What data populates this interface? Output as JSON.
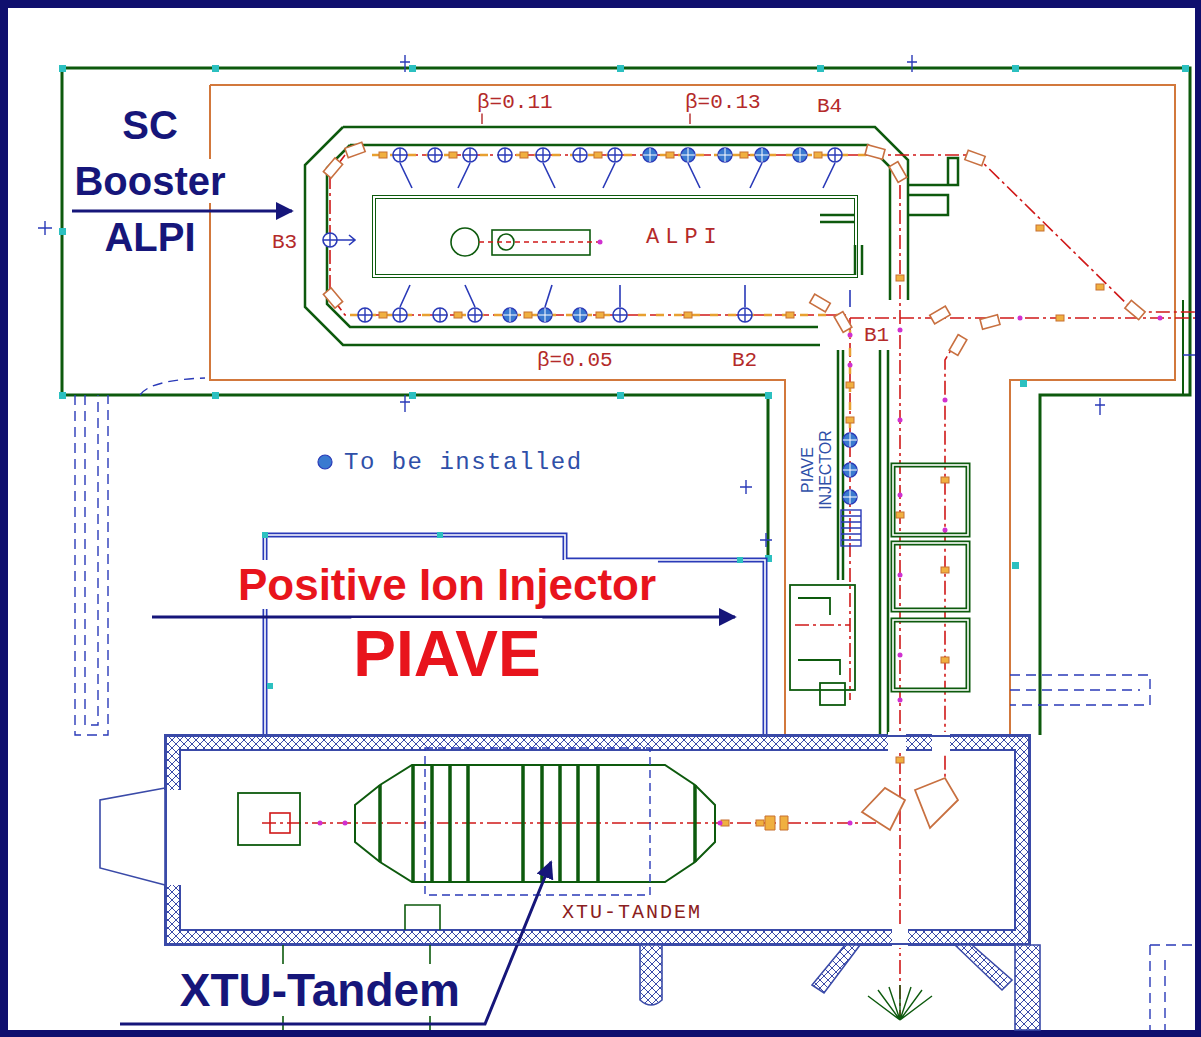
{
  "diagram": {
    "nodes": [
      {
        "text": [
          "ALPI"
        ]
      },
      {
        "text": [
          "XTU-TANDEM"
        ]
      }
    ],
    "labels": [
      "SC Booster ALPI",
      "β=0.11",
      "β=0.13",
      "B4",
      "B3",
      "β=0.05",
      "B2",
      "B1",
      "To be installed",
      "PIAVE INJECTOR",
      "Positive Ion Injector",
      "PIAVE",
      "XTU-Tandem"
    ]
  }
}
